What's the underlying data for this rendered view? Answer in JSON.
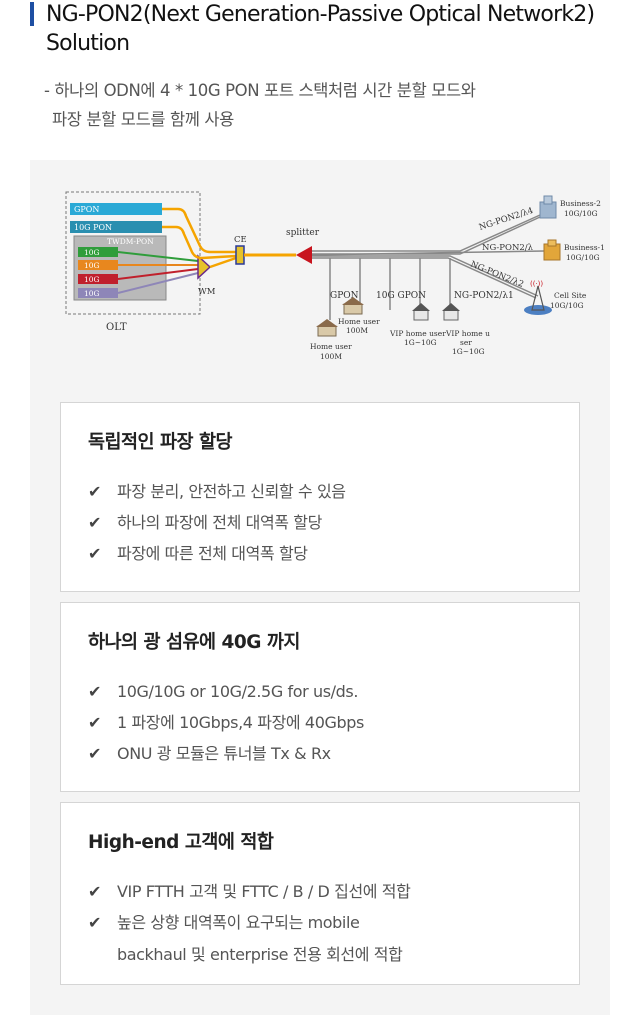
{
  "header": {
    "title": "NG-PON2(Next Generation-Passive Optical Network2) Solution",
    "subtitle_line1": "- 하나의 ODN에 4 * 10G PON 포트 스택처럼 시간 분할 모드와",
    "subtitle_line2": "파장 분할 모드를 함께 사용"
  },
  "diagram": {
    "olt": {
      "label": "OLT",
      "gpon": "GPON",
      "xgpon": "10G PON",
      "twdm": "TWDM-PON",
      "ch1": "10G",
      "ch2": "10G",
      "ch3": "10G",
      "ch4": "10G",
      "wm": "WM",
      "ce": "CE"
    },
    "splitter": "splitter",
    "links": {
      "l4": "NG-PON2/λ4",
      "l1a": "NG-PON2/λ",
      "l2": "NG-PON2/λ2",
      "gpon": "GPON",
      "g10": "10G GPON",
      "l1b": "NG-PON2/λ1"
    },
    "endpoints": {
      "business2": "Business-2",
      "business2_speed": "10G/10G",
      "business1": "Business-1",
      "business1_speed": "10G/10G",
      "cellsite": "Cell Site",
      "cellsite_speed": "10G/10G",
      "home1": "Home user",
      "home1_speed": "100M",
      "home2": "Home user",
      "home2_speed": "100M",
      "vip1": "VIP home user",
      "vip1_speed": "1G~10G",
      "vip2_line1": "VIP home u",
      "vip2_line2": "ser",
      "vip2_speed": "1G~10G"
    },
    "colors": {
      "gpon": "#2aa9d6",
      "xgpon": "#2a8fb0",
      "fiber": "#f5a400",
      "splitter": "#c8141e",
      "ch_green": "#2f9d3b",
      "ch_orange": "#e8871e",
      "ch_red": "#c0202c",
      "ch_purple": "#8e86b8"
    }
  },
  "cards": [
    {
      "title": "독립적인 파장 할당",
      "items": [
        "파장 분리, 안전하고 신뢰할 수 있음",
        "하나의 파장에 전체 대역폭 할당",
        "파장에 따른 전체 대역폭 할당"
      ]
    },
    {
      "title": "하나의 광 섬유에 40G 까지",
      "items": [
        "10G/10G or 10G/2.5G for us/ds.",
        "1 파장에 10Gbps,4 파장에 40Gbps",
        "ONU 광 모듈은 튜너블 Tx & Rx"
      ]
    },
    {
      "title": "High-end 고객에 적합",
      "items": [
        "VIP FTTH 고객 및 FTTC / B / D 집선에 적합"
      ],
      "wrap_item_line1": "높은 상향 대역폭이 요구되는 mobile",
      "wrap_item_line2": "backhaul 및 enterprise 전용 회선에 적합"
    }
  ],
  "icons": {
    "check": "check-icon"
  }
}
